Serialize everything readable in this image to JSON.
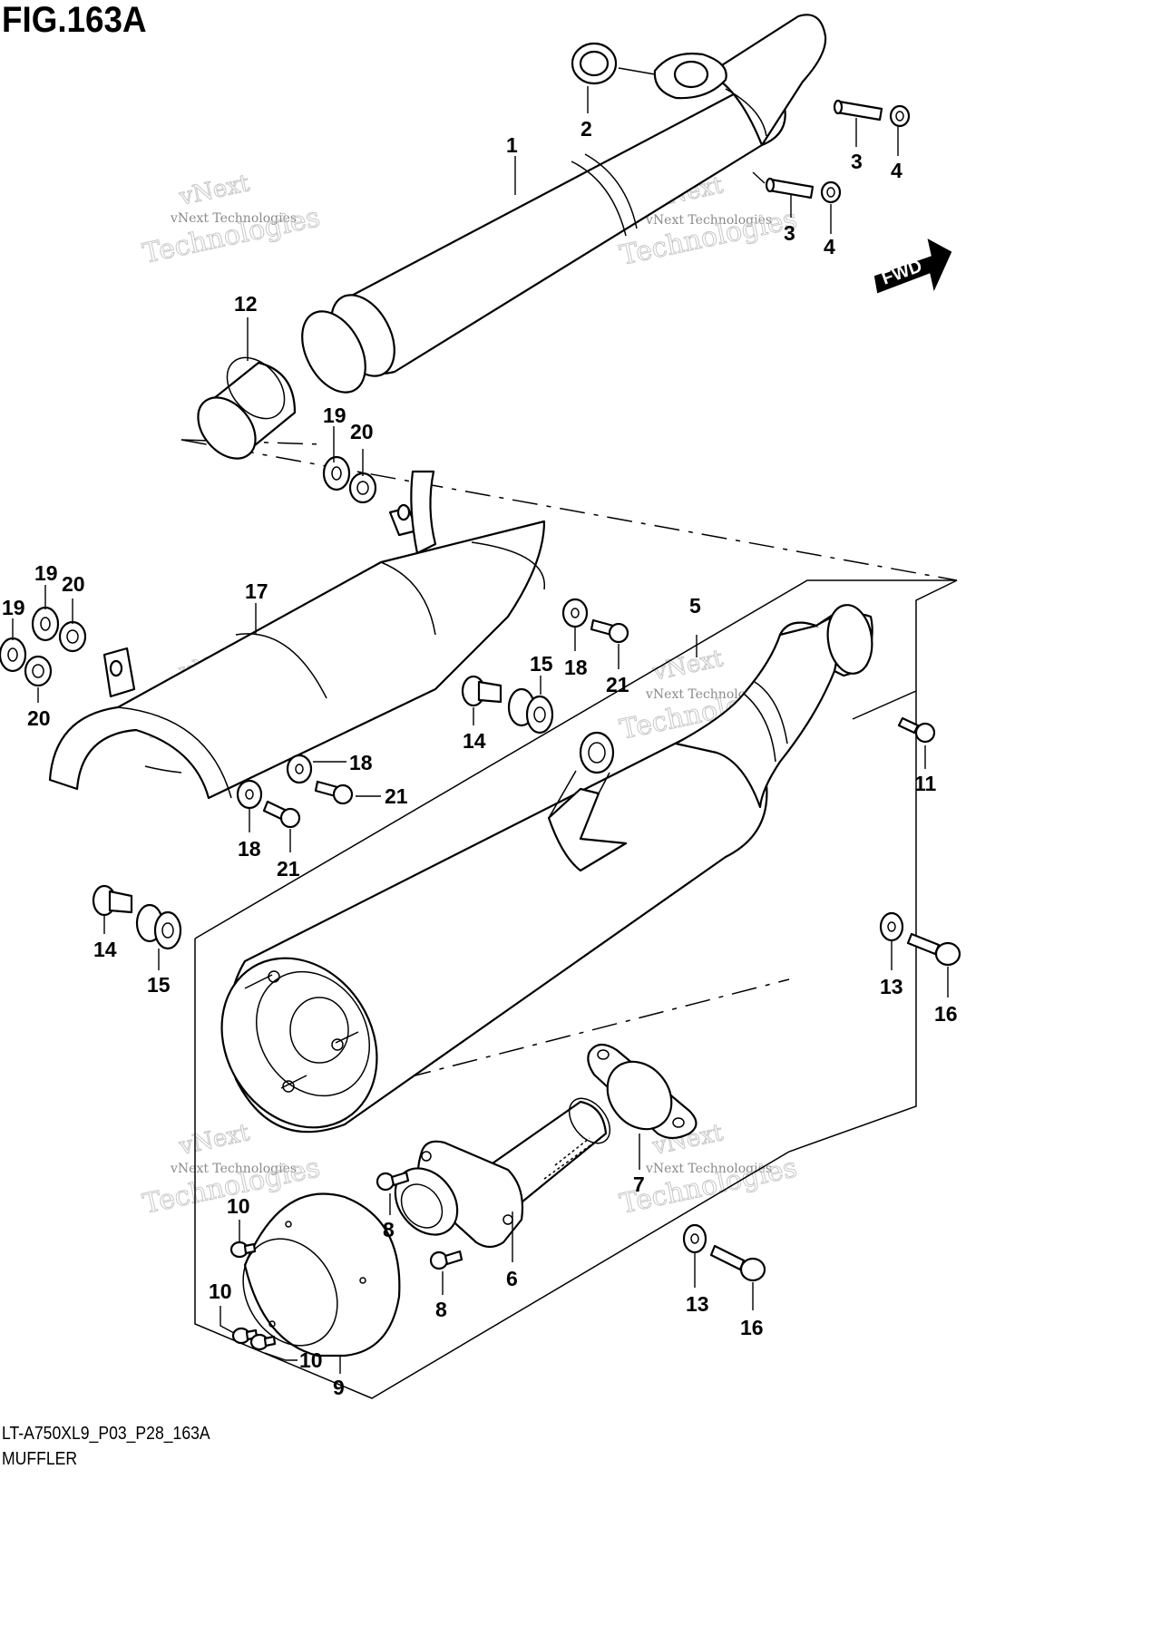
{
  "figure_title": "FIG.163A",
  "model_code": "LT-A750XL9_P03_P28_163A",
  "section_name": "MUFFLER",
  "direction_badge": "FWD",
  "watermark": {
    "line1": "vNext Technologies",
    "line2": "vNext",
    "line3": "Technologies"
  },
  "callouts": {
    "p1": "1",
    "p2": "2",
    "p3a": "3",
    "p3b": "3",
    "p4a": "4",
    "p4b": "4",
    "p5": "5",
    "p6": "6",
    "p7": "7",
    "p8a": "8",
    "p8b": "8",
    "p9": "9",
    "p10a": "10",
    "p10b": "10",
    "p10c": "10",
    "p11": "11",
    "p12": "12",
    "p13a": "13",
    "p13b": "13",
    "p14a": "14",
    "p14b": "14",
    "p15a": "15",
    "p15b": "15",
    "p16a": "16",
    "p16b": "16",
    "p17": "17",
    "p18a": "18",
    "p18b": "18",
    "p18c": "18",
    "p19a": "19",
    "p19b": "19",
    "p19c": "19",
    "p20a": "20",
    "p20b": "20",
    "p20c": "20",
    "p21a": "21",
    "p21b": "21",
    "p21c": "21"
  }
}
